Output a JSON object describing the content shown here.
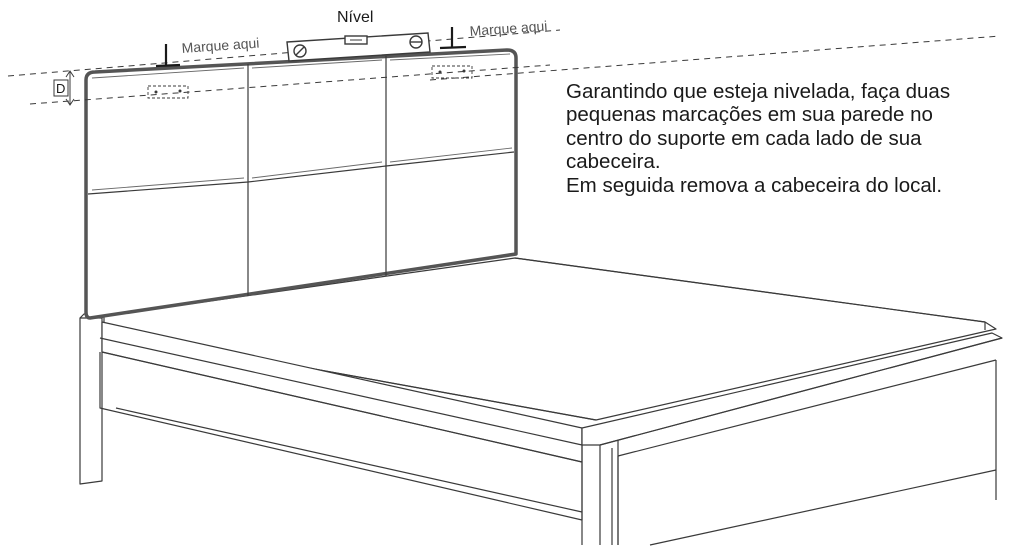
{
  "labels": {
    "level": "Nível",
    "mark_left": "Marque aqui",
    "mark_right": "Marque aqui",
    "distance": "D"
  },
  "instructions": {
    "lines": [
      "Garantindo que esteja nivelada, faça duas",
      "pequenas marcações em sua parede no",
      "centro do suporte em cada lado de sua",
      "cabeceira.",
      "Em seguida remova a cabeceira do local."
    ]
  },
  "colors": {
    "line": "#3a3a3a",
    "panel_outline": "#555555",
    "text": "#1a1a1a",
    "label_gray": "#555555"
  }
}
